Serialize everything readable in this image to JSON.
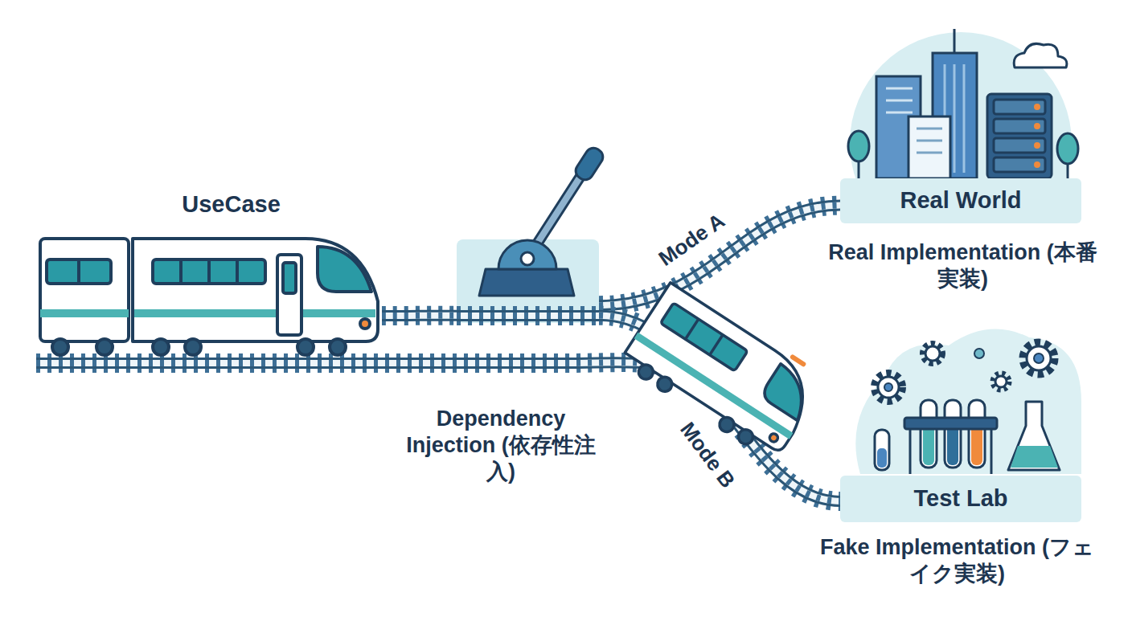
{
  "diagram": {
    "nodes": [
      {
        "text": [
          "UseCase"
        ]
      },
      {
        "text": [
          "Dependency Injection (依存性注入)"
        ]
      },
      {
        "text": [
          "Real World",
          "Real Implementation (本番実装)"
        ]
      },
      {
        "text": [
          "Test Lab",
          "Fake Implementation (フェイク実装)"
        ]
      }
    ],
    "edges": [
      {
        "from": 0,
        "to": 1,
        "arrow": "none"
      },
      {
        "from": 1,
        "to": 2,
        "label": "Mode A",
        "arrow": "none"
      },
      {
        "from": 1,
        "to": 3,
        "label": "Mode B",
        "arrow": "none"
      }
    ]
  }
}
